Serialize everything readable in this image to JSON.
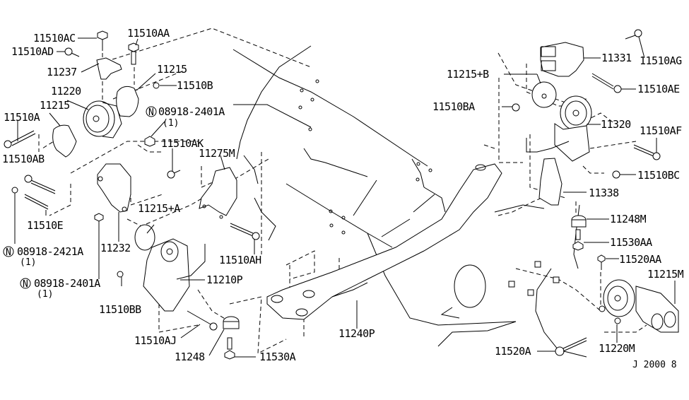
{
  "diagram": {
    "title": "Engine & Transmission Mounting",
    "footer_code": "J  2000 8",
    "labels": {
      "l_11510AC": "11510AC",
      "l_11510AD": "11510AD",
      "l_11510AA": "11510AA",
      "l_11237": "11237",
      "l_11215_top": "11215",
      "l_11220": "11220",
      "l_11510B": "11510B",
      "l_11215_left": "11215",
      "l_11510A": "11510A",
      "l_11510AB": "11510AB",
      "l_08918_2401A_top": "08918-2401A",
      "l_08918_2401A_top_qty": "(1)",
      "l_11510AK": "11510AK",
      "l_11275M": "11275M",
      "l_11510E": "11510E",
      "l_11232": "11232",
      "l_11215A": "11215+A",
      "l_08918_2421A": "08918-2421A",
      "l_08918_2421A_qty": "(1)",
      "l_08918_2401A_bot": "08918-2401A",
      "l_08918_2401A_bot_qty": "(1)",
      "l_11510AH": "11510AH",
      "l_11210P": "11210P",
      "l_11510BB": "11510BB",
      "l_11510AJ": "11510AJ",
      "l_11248": "11248",
      "l_11530A": "11530A",
      "l_11240P": "11240P",
      "l_11331": "11331",
      "l_11510AG": "11510AG",
      "l_11215B": "11215+B",
      "l_11510AE": "11510AE",
      "l_11510BA": "11510BA",
      "l_11320": "11320",
      "l_11510AF": "11510AF",
      "l_11510BC": "11510BC",
      "l_11338": "11338",
      "l_11248M": "11248M",
      "l_11530AA": "11530AA",
      "l_11520AA": "11520AA",
      "l_11215M": "11215M",
      "l_11520A": "11520A",
      "l_11220M": "11220M"
    },
    "n_symbol": "N"
  }
}
